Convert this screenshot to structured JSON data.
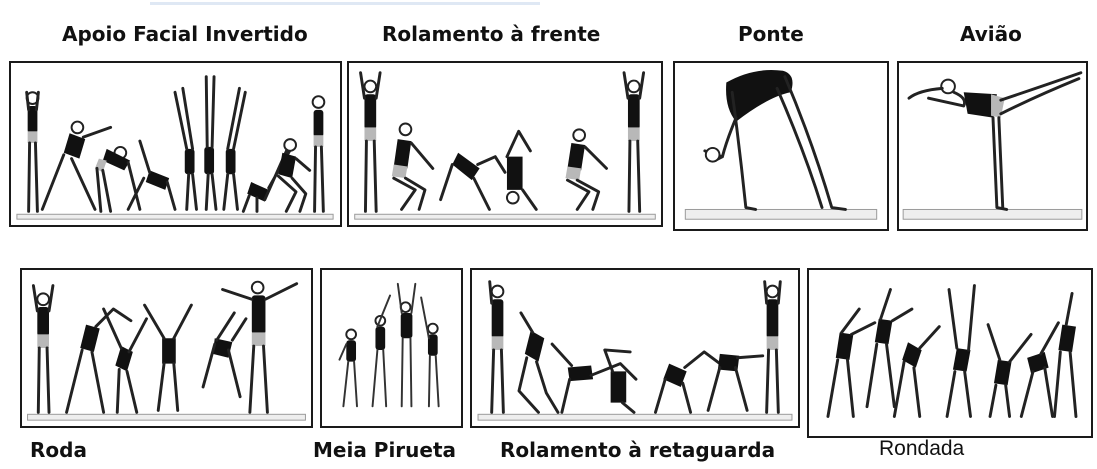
{
  "labels": {
    "apoio": "Apoio Facial Invertido",
    "rolamento_frente": "Rolamento à frente",
    "ponte": "Ponte",
    "aviao": "Avião",
    "roda": "Roda",
    "meia_pirueta": "Meia Pirueta",
    "rolamento_retaguarda": "Rolamento à retaguarda",
    "rondada": "Rondada"
  }
}
